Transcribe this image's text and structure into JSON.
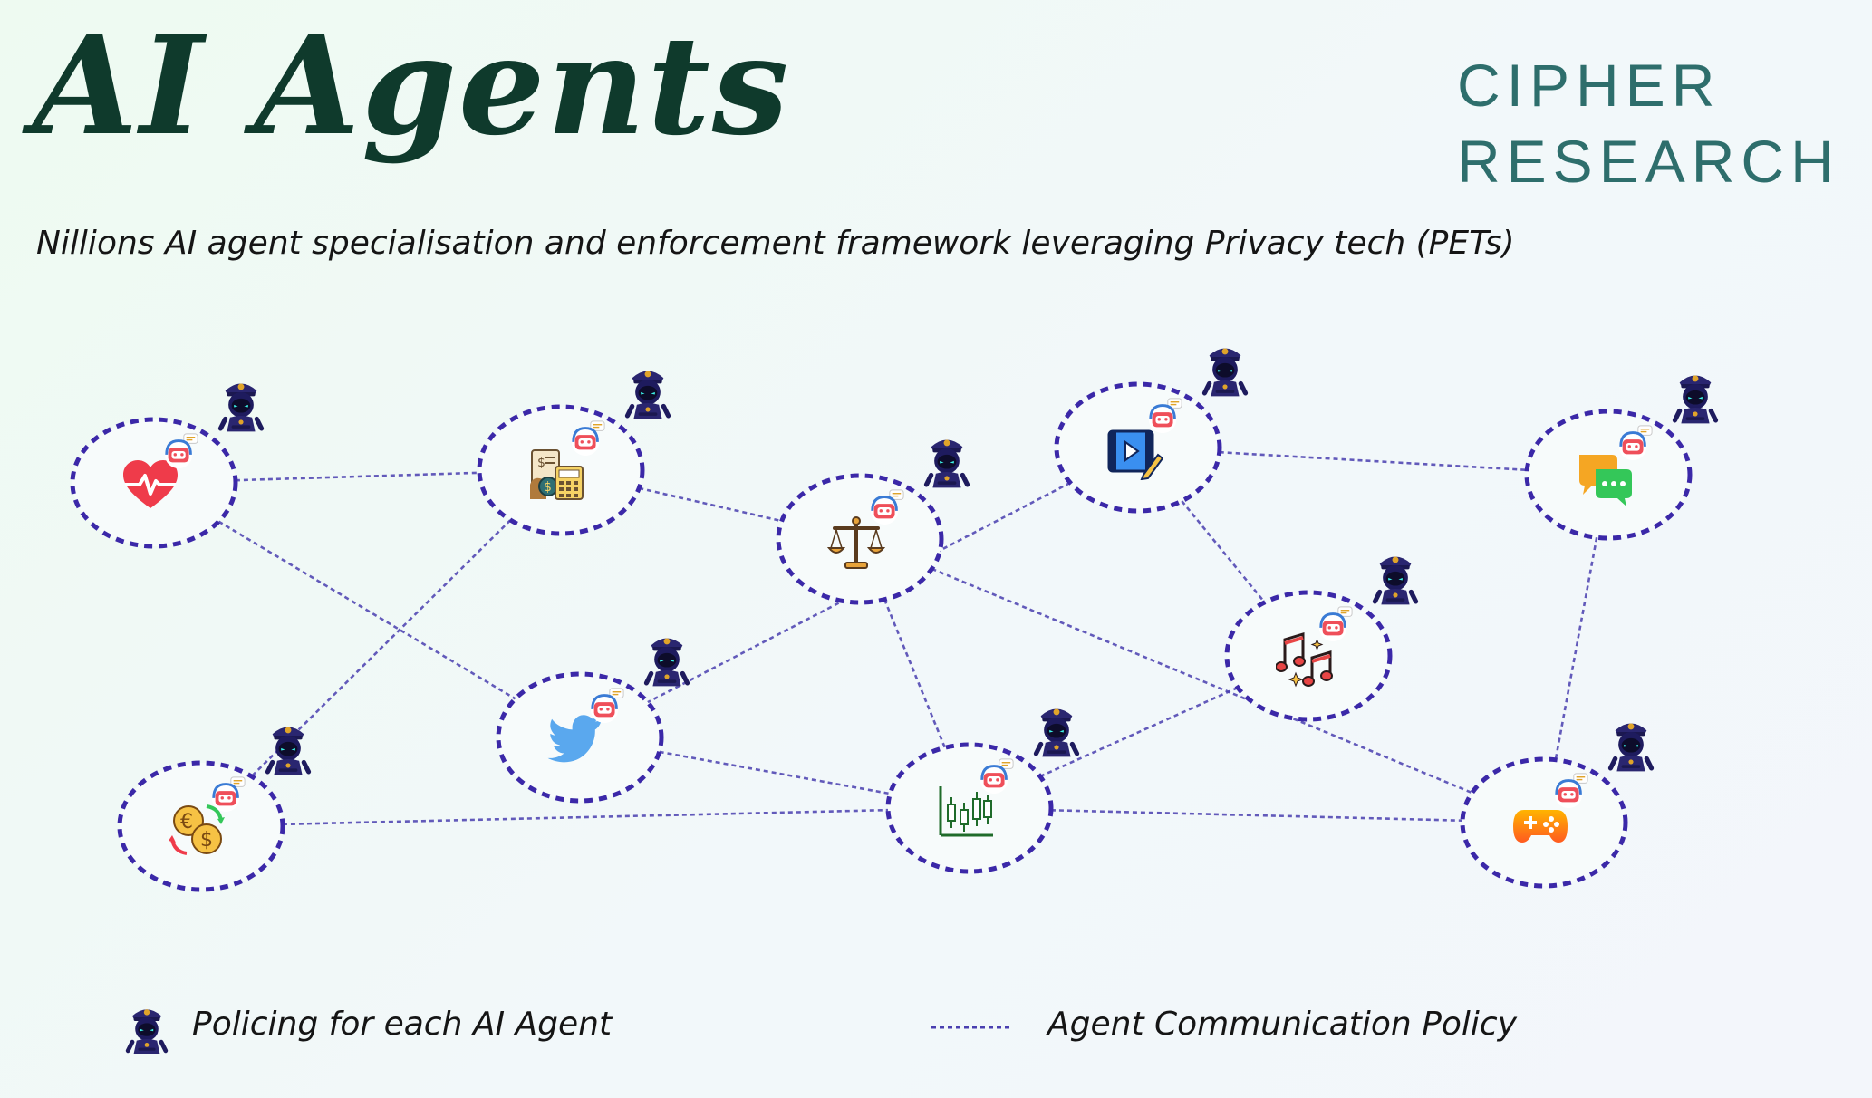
{
  "title": "AI Agents",
  "brand": {
    "line1": "CIPHER",
    "line2": "RESEARCH"
  },
  "subtitle": "Nillions AI agent specialisation and enforcement framework leveraging Privacy tech (PETs)",
  "legend": {
    "policing": "Policing for each AI Agent",
    "communication": "Agent Communication Policy"
  },
  "colors": {
    "title": "#0f3a2c",
    "brand": "#2e6e6c",
    "node_border": "#3b28a8",
    "link": "#4a3fb0",
    "police": "#2a2670"
  },
  "nodes": [
    {
      "id": "health",
      "icon": "heart-pulse-icon"
    },
    {
      "id": "finance-calculator",
      "icon": "calculator-money-icon"
    },
    {
      "id": "legal",
      "icon": "balance-scale-icon"
    },
    {
      "id": "video",
      "icon": "video-play-icon"
    },
    {
      "id": "chat",
      "icon": "chat-bubbles-icon"
    },
    {
      "id": "twitter",
      "icon": "twitter-bird-icon"
    },
    {
      "id": "music",
      "icon": "music-notes-icon"
    },
    {
      "id": "currency-exchange",
      "icon": "currency-exchange-icon"
    },
    {
      "id": "trading",
      "icon": "candlestick-chart-icon"
    },
    {
      "id": "gaming",
      "icon": "gamepad-icon"
    }
  ],
  "links": [
    [
      "health",
      "finance-calculator"
    ],
    [
      "health",
      "twitter"
    ],
    [
      "finance-calculator",
      "legal"
    ],
    [
      "finance-calculator",
      "currency-exchange"
    ],
    [
      "legal",
      "trading"
    ],
    [
      "legal",
      "gaming"
    ],
    [
      "video",
      "chat"
    ],
    [
      "video",
      "twitter"
    ],
    [
      "video",
      "music"
    ],
    [
      "chat",
      "gaming"
    ],
    [
      "twitter",
      "trading"
    ],
    [
      "currency-exchange",
      "trading"
    ],
    [
      "trading",
      "music"
    ],
    [
      "trading",
      "gaming"
    ]
  ]
}
